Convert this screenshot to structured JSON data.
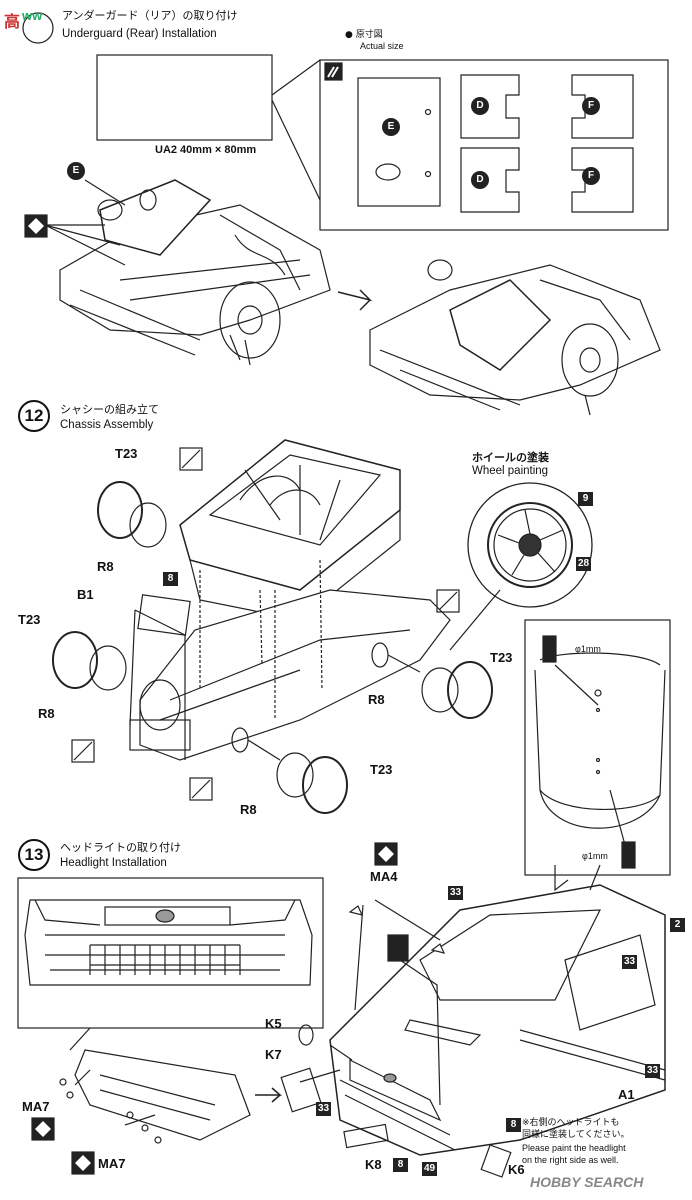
{
  "watermark_top": {
    "chars": "高",
    "url": "ww"
  },
  "watermark_bottom": {
    "brand": "HOBBY SEARCH"
  },
  "step11": {
    "title_jp": "アンダーガード（リア）の取り付け",
    "title_en": "Underguard (Rear) Installation",
    "part_size": "UA2 40mm × 80mm",
    "actual_size_jp": "● 原寸図",
    "actual_size_en": "Actual size",
    "part_e": "E"
  },
  "templates": {
    "d": "D",
    "f": "F",
    "e": "E"
  },
  "step12": {
    "number": "12",
    "title_jp": "シャシーの組み立て",
    "title_en": "Chassis Assembly"
  },
  "wheel_painting": {
    "title_jp": "ホイールの塗装",
    "title_en": "Wheel painting",
    "color_a": "9",
    "color_b": "28"
  },
  "chassis_labels": {
    "t23": "T23",
    "r8": "R8",
    "b1": "B1",
    "eight": "8"
  },
  "drill": {
    "hole_a": "φ1mm",
    "hole_b": "φ1mm"
  },
  "step13": {
    "number": "13",
    "title_jp": "ヘッドライトの取り付け",
    "title_en": "Headlight Installation"
  },
  "headlight_labels": {
    "ma4": "MA4",
    "ma7": "MA7",
    "k5": "K5",
    "k6": "K6",
    "k7": "K7",
    "k8": "K8",
    "a1": "A1",
    "c33": "33",
    "c2": "2",
    "c8": "8",
    "c49": "49"
  },
  "note": {
    "jp1": "※右側のヘッドライトも",
    "jp2": "同様に塗装してください。",
    "en1": "Please paint the headlight",
    "en2": "on the right side as well."
  }
}
